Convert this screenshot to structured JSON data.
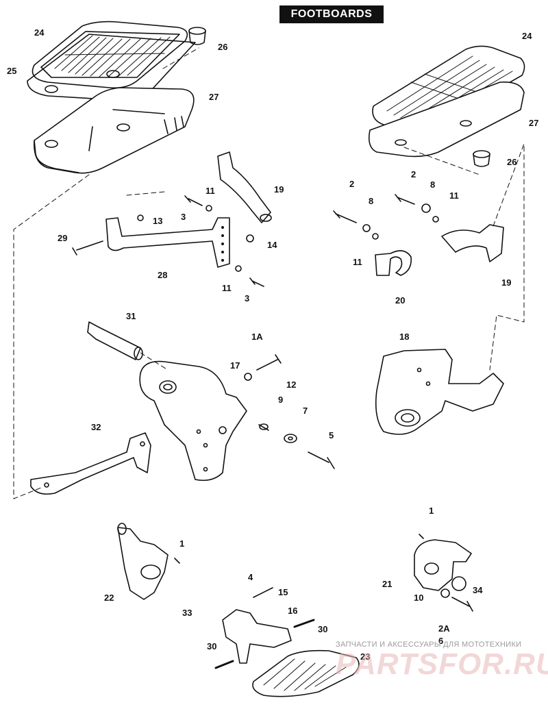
{
  "title": "FOOTBOARDS",
  "watermark": {
    "caption": "ЗАПЧАСТИ И АКСЕССУАРЫ ДЛЯ МОТОТЕХНИКИ",
    "logo": "PARTSFOR.RU"
  },
  "callouts": [
    "24",
    "26",
    "25",
    "27",
    "24",
    "27",
    "26",
    "19",
    "11",
    "3",
    "13",
    "29",
    "14",
    "28",
    "11",
    "3",
    "2",
    "8",
    "2",
    "8",
    "11",
    "11",
    "19",
    "20",
    "31",
    "1A",
    "12",
    "17",
    "9",
    "7",
    "5",
    "18",
    "32",
    "1",
    "22",
    "4",
    "15",
    "16",
    "33",
    "30",
    "30",
    "23",
    "1",
    "21",
    "34",
    "10",
    "2A",
    "6"
  ]
}
